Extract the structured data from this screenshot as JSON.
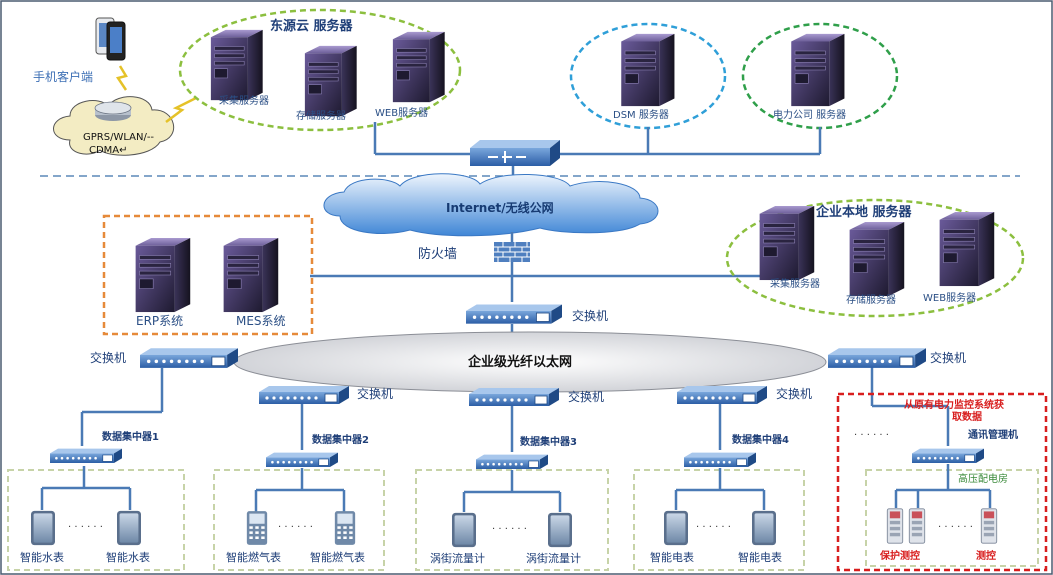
{
  "mobile": {
    "label": "手机客户端",
    "network_line1": "GPRS/WLAN/--",
    "network_line2": "CDMA↵"
  },
  "cloud_group": {
    "title": "东源云 服务器",
    "servers": [
      "采集服务器",
      "存储服务器",
      "WEB服务器"
    ]
  },
  "dsm": {
    "label": "DSM 服务器"
  },
  "power_company": {
    "label": "电力公司 服务器"
  },
  "internet": {
    "label": "Internet/无线公网"
  },
  "firewall": {
    "label": "防火墙"
  },
  "local_group": {
    "title": "企业本地 服务器",
    "servers": [
      "采集服务器",
      "存储服务器",
      "WEB服务器"
    ]
  },
  "erp": {
    "label": "ERP系统"
  },
  "mes": {
    "label": "MES系统"
  },
  "core_switch": {
    "label": "交换机"
  },
  "ethernet": {
    "label": "企业级光纤以太网"
  },
  "switches": {
    "left": "交换机",
    "right": "交换机",
    "s1": "交换机",
    "s2": "交换机",
    "s3": "交换机",
    "s4": "交换机"
  },
  "concentrators": [
    "数据集中器1",
    "数据集中器2",
    "数据集中器3",
    "数据集中器4"
  ],
  "dots": "· · · · · ·",
  "meters": {
    "water": [
      "智能水表",
      "智能水表"
    ],
    "gas": [
      "智能燃气表",
      "智能燃气表"
    ],
    "flow": [
      "涡街流量计",
      "涡街流量计"
    ],
    "electric": [
      "智能电表",
      "智能电表"
    ]
  },
  "power_monitor": {
    "title_line1": "从原有电力监控系统获",
    "title_line2": "取数据",
    "comm_manager": "通讯管理机",
    "hv_room": "高压配电房",
    "protect": "保护测控",
    "measure": "测控"
  },
  "colors": {
    "line": "#4a7ab5",
    "green_dash": "#8cbf3f",
    "blue_dash": "#2f9fd8",
    "orange_dash": "#e68a3a",
    "red_dash": "#d81e1e",
    "gray_dash": "#c7d3a8"
  }
}
